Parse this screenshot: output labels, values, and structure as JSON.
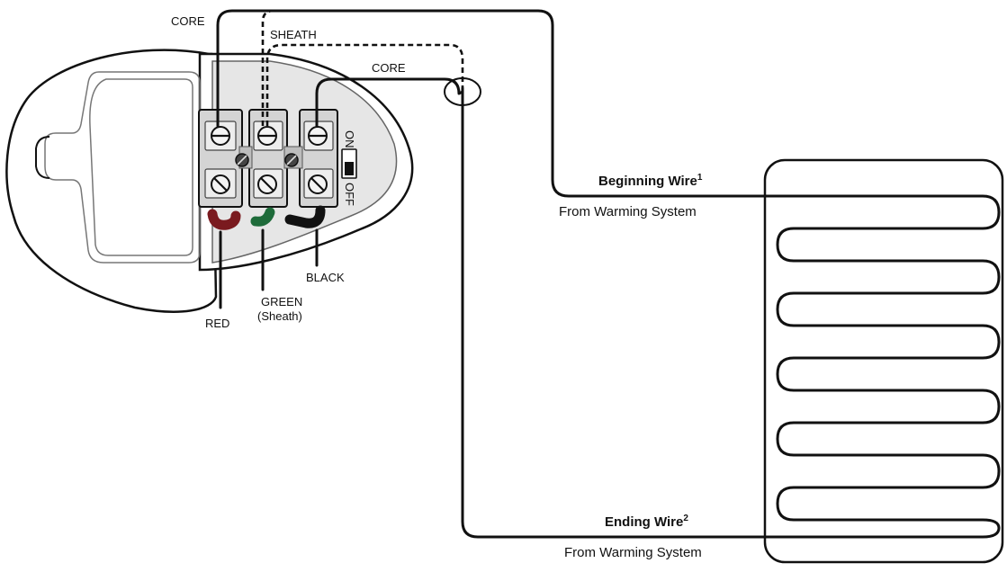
{
  "labels": {
    "core_top": "CORE",
    "sheath": "SHEATH",
    "core_inner": "CORE",
    "switch_on": "ON",
    "switch_off": "OFF",
    "red": "RED",
    "green": "GREEN",
    "green_sub": "(Sheath)",
    "black": "BLACK",
    "beginning_wire": "Beginning Wire",
    "beginning_sup": "1",
    "beginning_sub": "From Warming System",
    "ending_wire": "Ending Wire",
    "ending_sup": "2",
    "ending_sub": "From Warming System"
  },
  "colors": {
    "red_lead": "#7a1a1f",
    "green_lead": "#1e6b3a",
    "black_lead": "#111111"
  },
  "terminals": [
    "red-terminal",
    "green-terminal",
    "black-terminal"
  ],
  "heating_loops": 6
}
